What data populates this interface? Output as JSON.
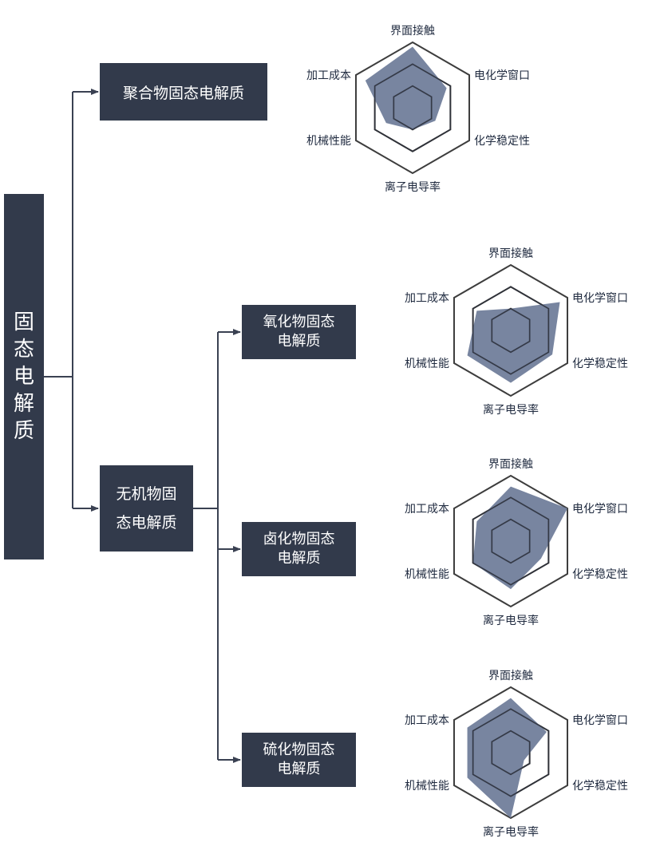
{
  "root": {
    "label_chars": [
      "固",
      "态",
      "电",
      "解",
      "质"
    ]
  },
  "polymer": {
    "label": "聚合物固态电解质"
  },
  "inorganic": {
    "line1": "无机物固",
    "line2": "态电解质"
  },
  "oxide": {
    "line1": "氧化物固态",
    "line2": "电解质"
  },
  "halide": {
    "line1": "卤化物固态",
    "line2": "电解质"
  },
  "sulfide": {
    "line1": "硫化物固态",
    "line2": "电解质"
  },
  "colors": {
    "box": "#323a4b",
    "fill": "#6d7b98",
    "grid": "#3d3d3d",
    "connector": "#3a4152"
  },
  "chart_data": [
    {
      "type": "radar",
      "for": "聚合物固态电解质",
      "axes": [
        "界面接触",
        "电化学窗口",
        "化学稳定性",
        "离子电导率",
        "机械性能",
        "加工成本"
      ],
      "max": 3,
      "values": [
        2.8,
        1.8,
        1.2,
        1.0,
        1.4,
        2.5
      ]
    },
    {
      "type": "radar",
      "for": "氧化物固态电解质",
      "axes": [
        "界面接触",
        "电化学窗口",
        "化学稳定性",
        "离子电导率",
        "机械性能",
        "加工成本"
      ],
      "max": 3,
      "values": [
        1.0,
        2.6,
        2.2,
        2.4,
        2.3,
        1.8
      ]
    },
    {
      "type": "radar",
      "for": "卤化物固态电解质",
      "axes": [
        "界面接触",
        "电化学窗口",
        "化学稳定性",
        "离子电导率",
        "机械性能",
        "加工成本"
      ],
      "max": 3,
      "values": [
        2.5,
        3.0,
        1.6,
        2.2,
        2.0,
        1.8
      ]
    },
    {
      "type": "radar",
      "for": "硫化物固态电解质",
      "axes": [
        "界面接触",
        "电化学窗口",
        "化学稳定性",
        "离子电导率",
        "机械性能",
        "加工成本"
      ],
      "max": 3,
      "values": [
        2.5,
        1.9,
        0.7,
        3.0,
        2.3,
        2.3
      ]
    }
  ]
}
